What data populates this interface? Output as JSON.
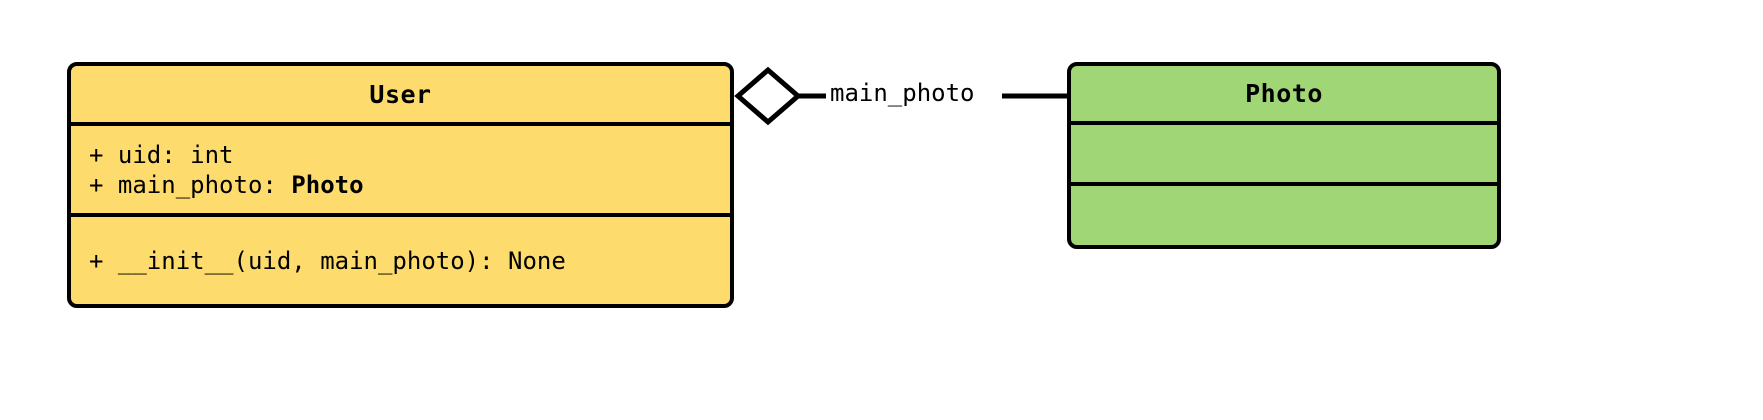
{
  "diagram": {
    "type": "uml-class-diagram",
    "background": "#FFFFFF",
    "stroke": "#000000",
    "classes": [
      {
        "id": "user",
        "name": "User",
        "fill": "#FDDC6D",
        "attributes": [
          {
            "visibility": "+",
            "text": "+ uid: int"
          },
          {
            "visibility": "+",
            "text_prefix": "+ main_photo: ",
            "text_bold": "Photo"
          }
        ],
        "methods": [
          {
            "visibility": "+",
            "text": "+ __init__(uid, main_photo): None"
          }
        ]
      },
      {
        "id": "photo",
        "name": "Photo",
        "fill": "#A0D675",
        "attributes": [],
        "methods": []
      }
    ],
    "relationships": [
      {
        "id": "user-main-photo",
        "kind": "aggregation",
        "source": "User",
        "target": "Photo",
        "label": "main_photo",
        "diamond_fill": "#FFFFFF",
        "diamond_stroke": "#000000"
      }
    ]
  }
}
